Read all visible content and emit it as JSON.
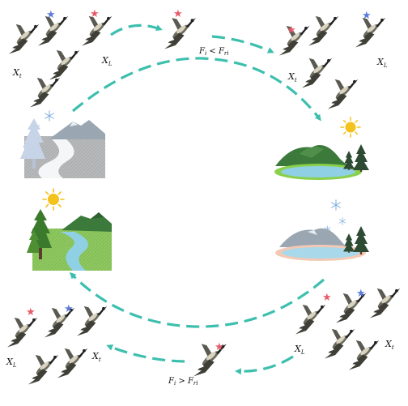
{
  "labels": {
    "xl": "X",
    "xl_sub": "L",
    "xt": "X",
    "xt_sub": "t",
    "cond_top": {
      "f": "F",
      "f_sub": "i",
      "op": "<",
      "fr": "F",
      "fr_sub": "ri"
    },
    "cond_bottom": {
      "f": "F",
      "f_sub": "i",
      "op": ">",
      "fr": "F",
      "fr_sub": "ri"
    }
  },
  "colors": {
    "arrow": "#3dbfae",
    "star_red": "#e85a6a",
    "star_blue": "#5b7bd8",
    "sun": "#f4c21c",
    "snowflake": "#8ab4de",
    "mountain_green": "#3c7a3c",
    "mountain_gray": "#9aa7b2",
    "water": "#8fd0e4",
    "tree_dark": "#2d4a32"
  },
  "icons": {
    "goose": "goose-icon",
    "leader_marker": "red-star-icon",
    "tracker_marker": "blue-star-icon",
    "winter_landscape": "snowy-landscape-icon",
    "summer_landscape": "green-landscape-icon",
    "sun": "sun-icon",
    "snowflake": "snowflake-icon"
  }
}
